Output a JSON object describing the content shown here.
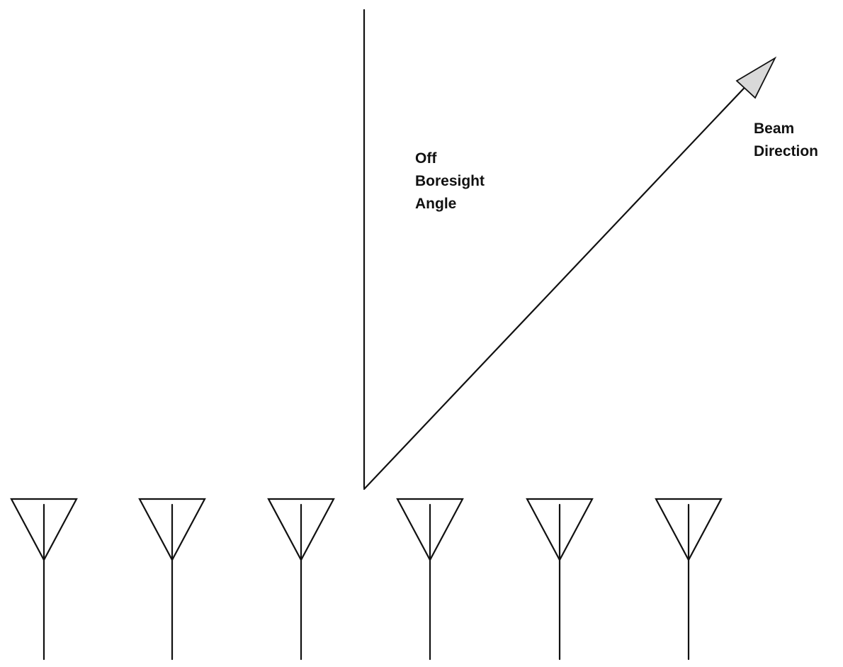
{
  "diagram": {
    "boresight_label": [
      "Off",
      "Boresight",
      "Angle"
    ],
    "beam_label": [
      "Beam",
      "Direction"
    ],
    "antenna_count": 6,
    "colors": {
      "line": "#111111",
      "arrowhead_fill": "#d9d9d9",
      "background": "#ffffff"
    },
    "icons": {
      "antenna": "antenna-icon",
      "arrow": "arrowhead-icon"
    }
  }
}
